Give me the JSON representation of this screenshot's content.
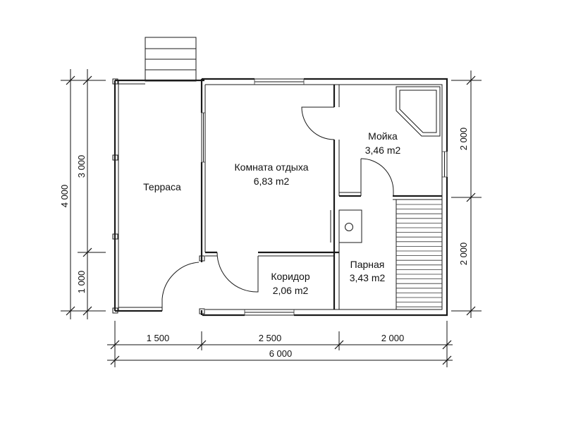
{
  "rooms": {
    "terrace": {
      "name": "Терраса"
    },
    "rest_room": {
      "name": "Комната отдыха",
      "area": "6,83 m2"
    },
    "washroom": {
      "name": "Мойка",
      "area": "3,46 m2"
    },
    "corridor": {
      "name": "Коридор",
      "area": "2,06 m2"
    },
    "steam_room": {
      "name": "Парная",
      "area": "3,43 m2"
    }
  },
  "dimensions": {
    "bottom": [
      "1 500",
      "2 500",
      "2 000"
    ],
    "bottom_total": "6 000",
    "right": [
      "2 000",
      "2 000"
    ],
    "left_inner": [
      "3 000",
      "1 000"
    ],
    "left_total": "4 000"
  }
}
